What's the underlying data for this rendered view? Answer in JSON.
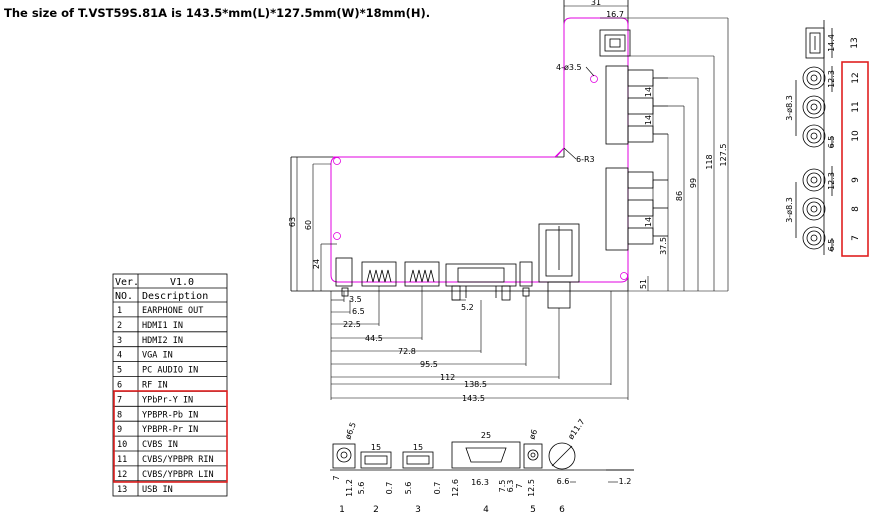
{
  "title": "The size of T.VST59S.81A is 143.5*mm(L)*127.5mm(W)*18mm(H).",
  "top_dims": {
    "d31": "31",
    "d167": "16.7"
  },
  "hole_labels": {
    "holes": "4-ø3.5",
    "radius": "6-R3"
  },
  "right_dims": {
    "d14a": "14",
    "d14b": "14",
    "d14c": "14",
    "d375": "37.5",
    "d86": "86",
    "d99": "99",
    "d118": "118",
    "d1275": "127.5",
    "d51": "51"
  },
  "left_dims": {
    "d63": "63",
    "d60": "60",
    "d24": "24"
  },
  "bottom_dims": {
    "d35": "3.5",
    "d65": "6.5",
    "d225": "22.5",
    "d52": "5.2",
    "d445": "44.5",
    "d728": "72.8",
    "d955": "95.5",
    "d112": "112",
    "d1385": "138.5",
    "d1435": "143.5"
  },
  "side_view": {
    "d144": "14.4",
    "d123a": "12.3",
    "d65a": "6.5",
    "d123b": "12.3",
    "d65b": "6.5",
    "d83a": "3-ø8.3",
    "d83b": "3-ø8.3",
    "numbers": [
      "13",
      "12",
      "11",
      "10",
      "9",
      "8",
      "7"
    ]
  },
  "front_view": {
    "d65": "ø6.5",
    "d15a": "15",
    "d15b": "15",
    "d25": "25",
    "d6": "ø6",
    "d117": "ø11.7",
    "d7a": "7",
    "d112": "11.2",
    "d56a": "5.6",
    "d07a": "0.7",
    "d56b": "5.6",
    "d07b": "0.7",
    "d126": "12.6",
    "d163": "16.3",
    "d75": "7.5",
    "d63": "6.3",
    "d7b": "7",
    "d125": "12.5",
    "d66": "6.6",
    "d12": "1.2",
    "port_numbers": [
      "1",
      "2",
      "3",
      "4",
      "5",
      "6"
    ]
  },
  "table": {
    "ver_label": "Ver.",
    "ver_value": "V1.0",
    "no_label": "NO.",
    "desc_label": "Description",
    "rows": [
      {
        "no": "1",
        "desc": "EARPHONE OUT"
      },
      {
        "no": "2",
        "desc": "HDMI1 IN"
      },
      {
        "no": "3",
        "desc": "HDMI2 IN"
      },
      {
        "no": "4",
        "desc": "VGA IN"
      },
      {
        "no": "5",
        "desc": "PC AUDIO IN"
      },
      {
        "no": "6",
        "desc": "RF  IN"
      },
      {
        "no": "7",
        "desc": "YPbPr-Y IN"
      },
      {
        "no": "8",
        "desc": "YPBPR-Pb IN"
      },
      {
        "no": "9",
        "desc": "YPBPR-Pr IN"
      },
      {
        "no": "10",
        "desc": "CVBS IN"
      },
      {
        "no": "11",
        "desc": "CVBS/YPBPR RIN"
      },
      {
        "no": "12",
        "desc": "CVBS/YPBPR LIN"
      },
      {
        "no": "13",
        "desc": "USB  IN"
      }
    ]
  },
  "colors": {
    "outline": "#e000e0",
    "highlight": "#e02020",
    "line": "#000000"
  }
}
